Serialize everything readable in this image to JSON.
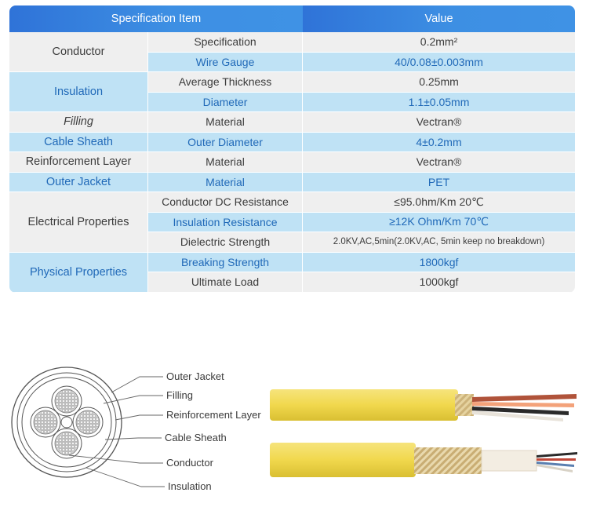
{
  "table": {
    "headers": {
      "item": "Specification Item",
      "value": "Value"
    },
    "rows": [
      {
        "category": "Conductor",
        "item": "Specification",
        "value": "0.2mm²",
        "tone": "grey"
      },
      {
        "item": "Wire Gauge",
        "value": "40/0.08±0.003mm",
        "tone": "blue"
      },
      {
        "category": "Insulation",
        "item": "Average Thickness",
        "value": "0.25mm",
        "tone": "grey"
      },
      {
        "item": "Diameter",
        "value": "1.1±0.05mm",
        "tone": "blue"
      },
      {
        "category": "Filling",
        "item": "Material",
        "value": "Vectran®",
        "tone": "grey"
      },
      {
        "category": "Cable Sheath",
        "item": "Outer Diameter",
        "value": "4±0.2mm",
        "tone": "blue"
      },
      {
        "category": "Reinforcement Layer",
        "item": "Material",
        "value": "Vectran®",
        "tone": "grey"
      },
      {
        "category": "Outer Jacket",
        "item": "Material",
        "value": "PET",
        "tone": "blue"
      },
      {
        "category": "Electrical Properties",
        "item": "Conductor DC Resistance",
        "value": "≤95.0hm/Km 20℃",
        "tone": "grey"
      },
      {
        "item": "Insulation Resistance",
        "value": "≥12K Ohm/Km 70℃",
        "tone": "blue"
      },
      {
        "item": "Dielectric Strength",
        "value": "2.0KV,AC,5min(2.0KV,AC, 5min keep no breakdown)",
        "tone": "grey"
      },
      {
        "category": "Physical Properties",
        "item": "Breaking Strength",
        "value": "1800kgf",
        "tone": "blue"
      },
      {
        "item": "Ultimate Load",
        "value": "1000kgf",
        "tone": "grey"
      }
    ]
  },
  "diagram": {
    "labels": {
      "outer_jacket": "Outer Jacket",
      "filling": "Filling",
      "reinforcement_layer": "Reinforcement Layer",
      "cable_sheath": "Cable Sheath",
      "conductor": "Conductor",
      "insulation": "Insulation"
    },
    "colors": {
      "jacket": "#f3dc5a",
      "braid": "#d9c48f",
      "header_blue": "#3586e0",
      "row_blue": "#bfe2f5"
    }
  }
}
